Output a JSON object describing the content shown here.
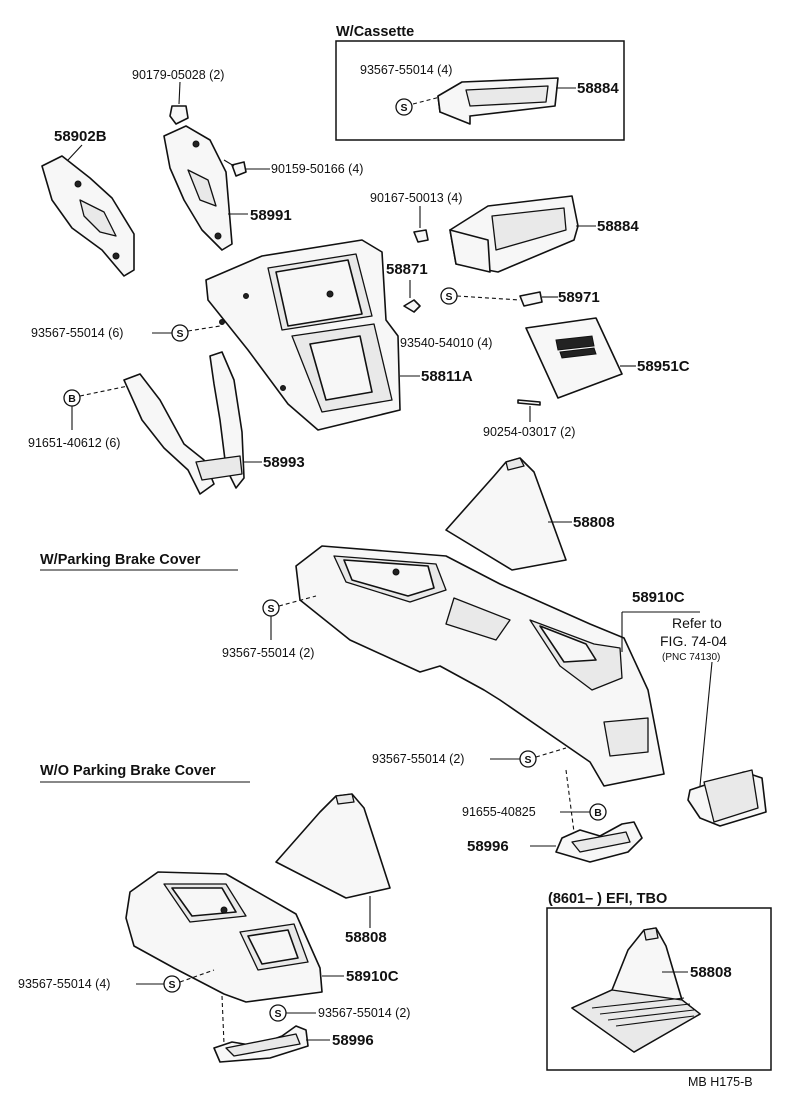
{
  "sections": {
    "cassette": "W/Cassette",
    "parking_brake": "W/Parking Brake Cover",
    "no_parking_brake": "W/O Parking Brake Cover",
    "efi_range": "(8601–           ) EFI, TBO"
  },
  "symbols": {
    "s": "S",
    "b": "B"
  },
  "refer": {
    "line1": "Refer to",
    "line2": "FIG. 74-04",
    "line3": "(PNC 74130)"
  },
  "footer": "MB  H175-B",
  "parts": {
    "p90179": "90179-05028 (2)",
    "p58902b": "58902B",
    "p90159": "90159-50166 (4)",
    "p58991": "58991",
    "p93567_cas": "93567-55014  (4)",
    "p58884_cas": "58884",
    "p90167": "90167-50013 (4)",
    "p58884": "58884",
    "p58871": "58871",
    "p58971": "58971",
    "p93567_6": "93567-55014 (6)",
    "p93540": "93540-54010 (4)",
    "p58951c": "58951C",
    "p58811a": "58811A",
    "p91651": "91651-40612  (6)",
    "p90254": "90254-03017 (2)",
    "p58993": "58993",
    "p58808_a": "58808",
    "p93567_pb": "93567-55014 (2)",
    "p58910c_pb": "58910C",
    "p93567_pb2": "93567-55014 (2)",
    "p91655": "91655-40825",
    "p58996_pb": "58996",
    "p58808_b": "58808",
    "p58910c_nopb": "58910C",
    "p93567_4": "93567-55014 (4)",
    "p93567_nopb2": "93567-55014 (2)",
    "p58996_nopb": "58996",
    "p58808_efi": "58808"
  }
}
